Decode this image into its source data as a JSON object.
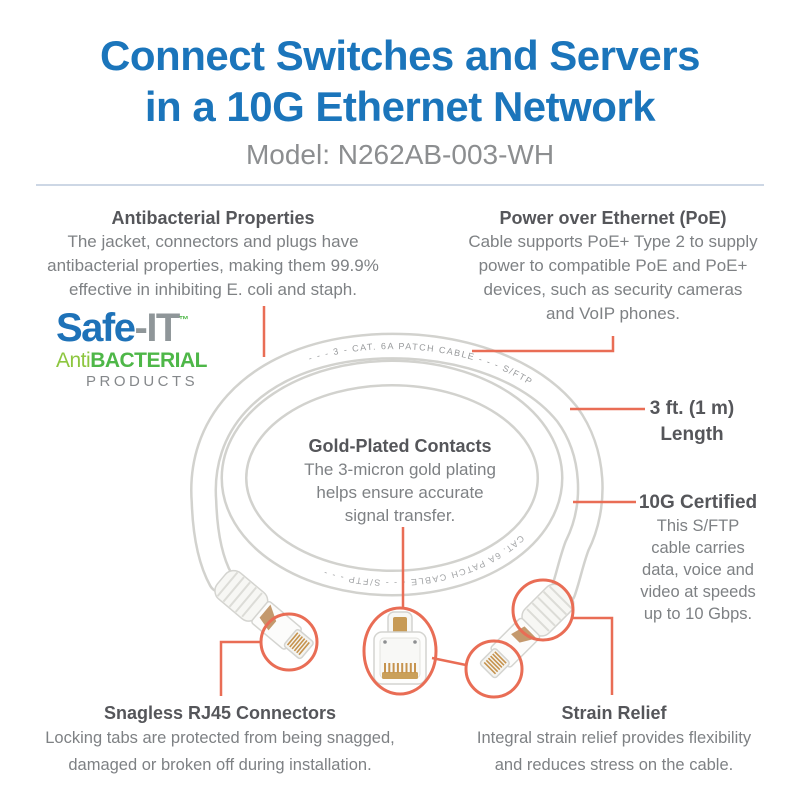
{
  "header": {
    "title_line1": "Connect Switches and Servers",
    "title_line2": "in a 10G Ethernet Network",
    "model": "Model: N262AB-003-WH"
  },
  "logo": {
    "safe": "Safe",
    "it": "-IT",
    "tm": "™",
    "anti": "Anti",
    "bacterial": "BACTERIAL",
    "products": "PRODUCTS"
  },
  "callouts": {
    "antibacterial": {
      "title": "Antibacterial Properties",
      "lines": [
        "The jacket, connectors and plugs have",
        "antibacterial properties, making them 99.9%",
        "effective in inhibiting E. coli and staph."
      ]
    },
    "poe": {
      "title": "Power over Ethernet (PoE)",
      "lines": [
        "Cable supports PoE+ Type 2 to supply",
        "power to compatible PoE and PoE+",
        "devices, such as security cameras",
        "and VoIP phones."
      ]
    },
    "length": {
      "lines": [
        "3 ft. (1 m)",
        "Length"
      ]
    },
    "gold": {
      "title": "Gold-Plated Contacts",
      "lines": [
        "The 3-micron gold plating",
        "helps ensure accurate",
        "signal transfer."
      ]
    },
    "certified": {
      "title": "10G Certified",
      "lines": [
        "This S/FTP",
        "cable carries",
        "data, voice and",
        "video at speeds",
        "up to 10 Gbps."
      ]
    },
    "snagless": {
      "title": "Snagless RJ45 Connectors",
      "lines": [
        "Locking tabs are protected from being snagged,",
        "damaged or broken off during installation."
      ]
    },
    "strain": {
      "title": "Strain Relief",
      "lines": [
        "Integral strain relief provides flexibility",
        "and reduces stress on the cable."
      ]
    }
  },
  "cable_print": {
    "outer": "- - - 3 - CAT. 6A PATCH CABLE - - - S/FTP",
    "inner": "CAT. 6A PATCH CABLE - - - S/FTP - - -"
  },
  "colors": {
    "title_blue": "#1b75bb",
    "model_gray": "#8c8e90",
    "heading_gray": "#55565a",
    "body_gray": "#7e8184",
    "callout_red": "#e96d55",
    "divider": "#cdd7e5",
    "logo_blue": "#1e72b8",
    "logo_it_gray": "#8f9699",
    "logo_green_light": "#8dc63f",
    "logo_green": "#4eb748",
    "products_gray": "#85888b",
    "cable_outline": "#d2d2ce",
    "gold": "#c6934e"
  }
}
